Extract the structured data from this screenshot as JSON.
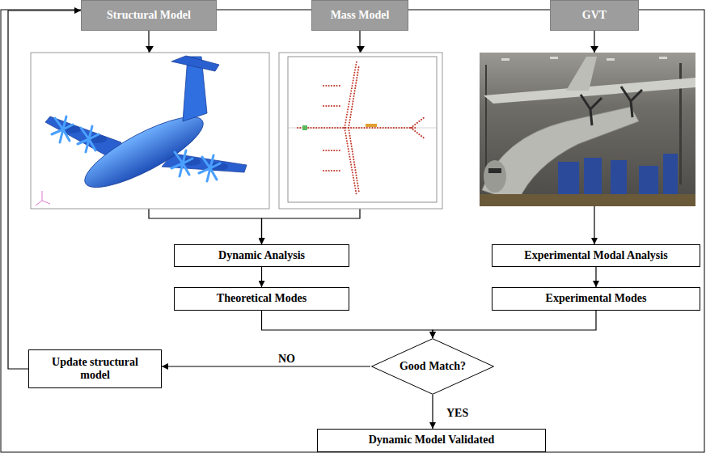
{
  "diagram": {
    "nodes": [
      {
        "text": [
          "Structural Model"
        ]
      },
      {
        "text": [
          "Mass Model"
        ]
      },
      {
        "text": [
          "GVT"
        ]
      },
      {
        "text": [
          "Dynamic Analysis"
        ]
      },
      {
        "text": [
          "Experimental Modal Analysis"
        ]
      },
      {
        "text": [
          "Theoretical Modes"
        ]
      },
      {
        "text": [
          "Experimental Modes"
        ]
      },
      {
        "text": [
          "Update structural model"
        ]
      },
      {
        "text": [
          "Good Match?"
        ]
      },
      {
        "text": [
          "Dynamic Model Validated"
        ]
      }
    ],
    "edges": [
      {
        "from": 0,
        "to": 3,
        "arrow": "to"
      },
      {
        "from": 1,
        "to": 3,
        "arrow": "to"
      },
      {
        "from": 2,
        "to": 4,
        "arrow": "to"
      },
      {
        "from": 3,
        "to": 5,
        "arrow": "to"
      },
      {
        "from": 4,
        "to": 6,
        "arrow": "to"
      },
      {
        "from": 5,
        "to": 8,
        "arrow": "to"
      },
      {
        "from": 6,
        "to": 8,
        "arrow": "to"
      },
      {
        "from": 8,
        "to": 7,
        "label": "NO",
        "arrow": "to"
      },
      {
        "from": 8,
        "to": 9,
        "label": "YES",
        "arrow": "to"
      },
      {
        "from": 7,
        "to": 0,
        "arrow": "to"
      }
    ]
  }
}
